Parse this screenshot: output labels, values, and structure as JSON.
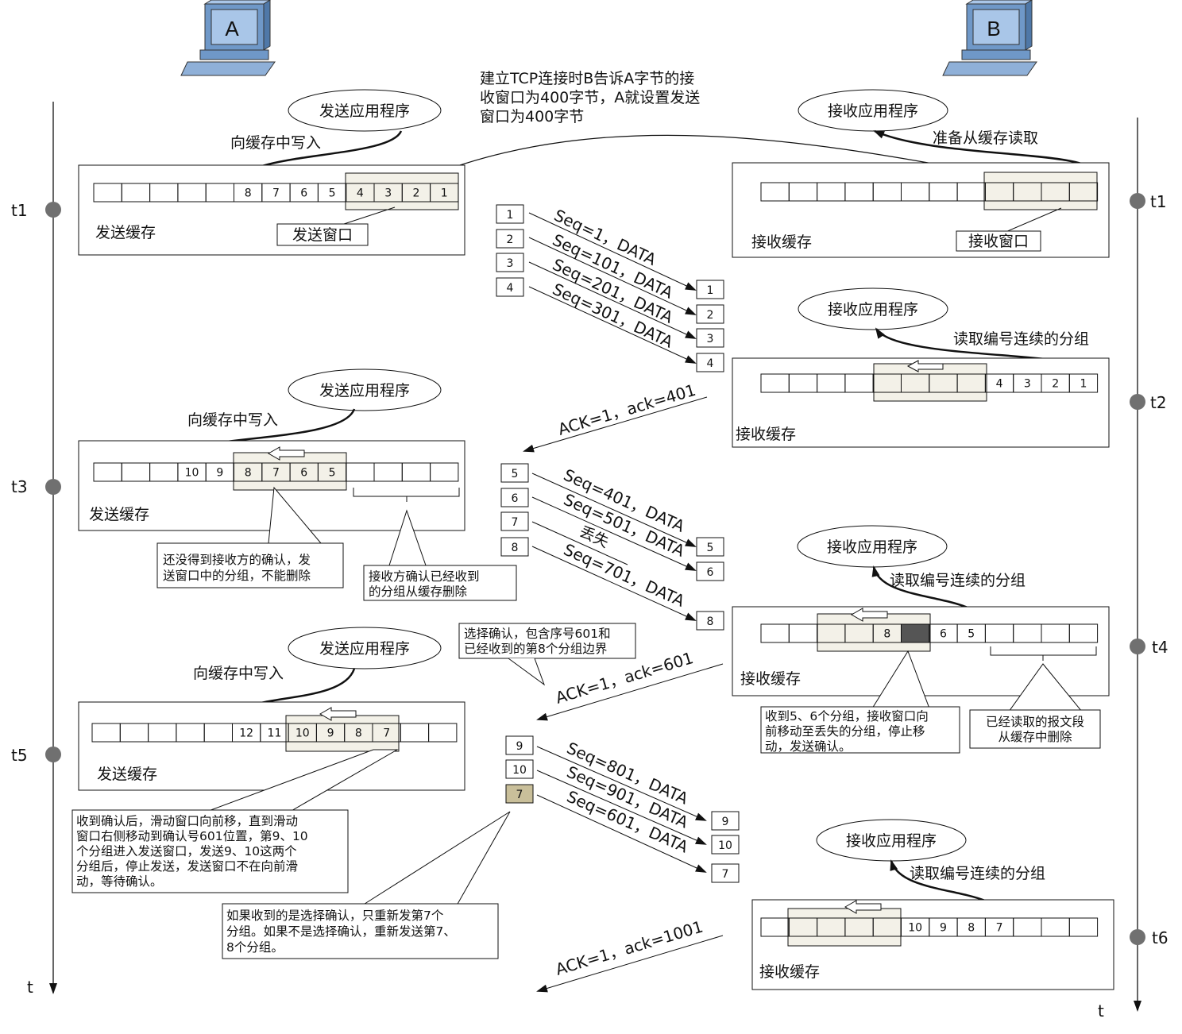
{
  "hosts": {
    "a": "A",
    "b": "B"
  },
  "time_axis": {
    "left": "t",
    "right": "t"
  },
  "time_marks": {
    "t1_left": "t1",
    "t1_right": "t1",
    "t2": "t2",
    "t3": "t3",
    "t4": "t4",
    "t5": "t5",
    "t6": "t6"
  },
  "top_note": [
    "建立TCP连接时B告诉A字节的接",
    "收窗口为400字节，A就设置发送",
    "窗口为400字节"
  ],
  "app": {
    "send": "发送应用程序",
    "recv": "接收应用程序"
  },
  "actions": {
    "write": "向缓存中写入",
    "prepare_read": "准备从缓存读取",
    "read_consecutive": "读取编号连续的分组"
  },
  "buffers": {
    "send": "发送缓存",
    "recv": "接收缓存"
  },
  "windows": {
    "send": "发送窗口",
    "recv": "接收窗口"
  },
  "sender_t1_cells": [
    "",
    "",
    "",
    "",
    "",
    "8",
    "7",
    "6",
    "5",
    "4",
    "3",
    "2",
    "1"
  ],
  "sender_t3_cells": [
    "",
    "",
    "",
    "10",
    "9",
    "8",
    "7",
    "6",
    "5",
    "",
    "",
    "",
    ""
  ],
  "sender_t5_cells": [
    "",
    "",
    "",
    "",
    "",
    "12",
    "11",
    "10",
    "9",
    "8",
    "7",
    "",
    ""
  ],
  "recv_t1_cells": [
    "",
    "",
    "",
    "",
    "",
    "",
    "",
    "",
    "",
    "",
    "",
    ""
  ],
  "recv_t2_cells": [
    "",
    "",
    "",
    "",
    "",
    "",
    "",
    "",
    "4",
    "3",
    "2",
    "1"
  ],
  "recv_t4_cells": [
    "",
    "",
    "",
    "",
    "8",
    "",
    "6",
    "5",
    "",
    "",
    "",
    ""
  ],
  "recv_t6_cells": [
    "",
    "",
    "",
    "",
    "",
    "10",
    "9",
    "8",
    "7",
    "",
    "",
    ""
  ],
  "seg_batch1": [
    "1",
    "2",
    "3",
    "4"
  ],
  "seg_batch2": [
    "5",
    "6",
    "7",
    "8"
  ],
  "seg_batch3": [
    "9",
    "10",
    "7"
  ],
  "recv_batch1": [
    "1",
    "2",
    "3",
    "4"
  ],
  "recv_batch2": [
    "5",
    "6",
    "8"
  ],
  "recv_batch3": [
    "9",
    "10",
    "7"
  ],
  "messages": {
    "seq1": "Seq=1，DATA",
    "seq101": "Seq=101，DATA",
    "seq201": "Seq=201，DATA",
    "seq301": "Seq=301，DATA",
    "ack401": "ACK=1，ack=401",
    "seq401": "Seq=401，DATA",
    "seq501": "Seq=501，DATA",
    "seq701": "Seq=701，DATA",
    "lost": "丢失",
    "ack601": "ACK=1，ack=601",
    "seq801": "Seq=801，DATA",
    "seq901": "Seq=901，DATA",
    "seq601": "Seq=601，DATA",
    "ack1001": "ACK=1，ack=1001"
  },
  "notes": {
    "unacked": [
      "还没得到接收方的确认，发",
      "送窗口中的分组，不能删除"
    ],
    "acked_deleted": [
      "接收方确认已经收到",
      "的分组从缓存删除"
    ],
    "sack": [
      "选择确认，包含序号601和",
      "已经收到的第8个分组边界"
    ],
    "recv56": [
      "收到5、6个分组，接收窗口向",
      "前移动至丢失的分组，停止移",
      "动，发送确认。"
    ],
    "read_deleted": [
      "已经读取的报文段",
      "从缓存中删除"
    ],
    "slide": [
      "收到确认后，滑动窗口向前移，直到滑动",
      "窗口右侧移动到确认号601位置，第9、10",
      "个分组进入发送窗口，发送9、10这两个",
      "分组后，停止发送，发送窗口不在向前滑",
      "动，等待确认。"
    ],
    "resend": [
      "如果收到的是选择确认，只重新发第7个",
      "分组。如果不是选择确认，重新发送第7、",
      "8个分组。"
    ]
  },
  "colors": {
    "window_fill": "#f3f1e8",
    "marker": "#707070",
    "lost_cell": "#555555",
    "resend_cell": "#c9bf9a",
    "pc_blue": "#6f98c8",
    "pc_light": "#a9c6e8"
  }
}
